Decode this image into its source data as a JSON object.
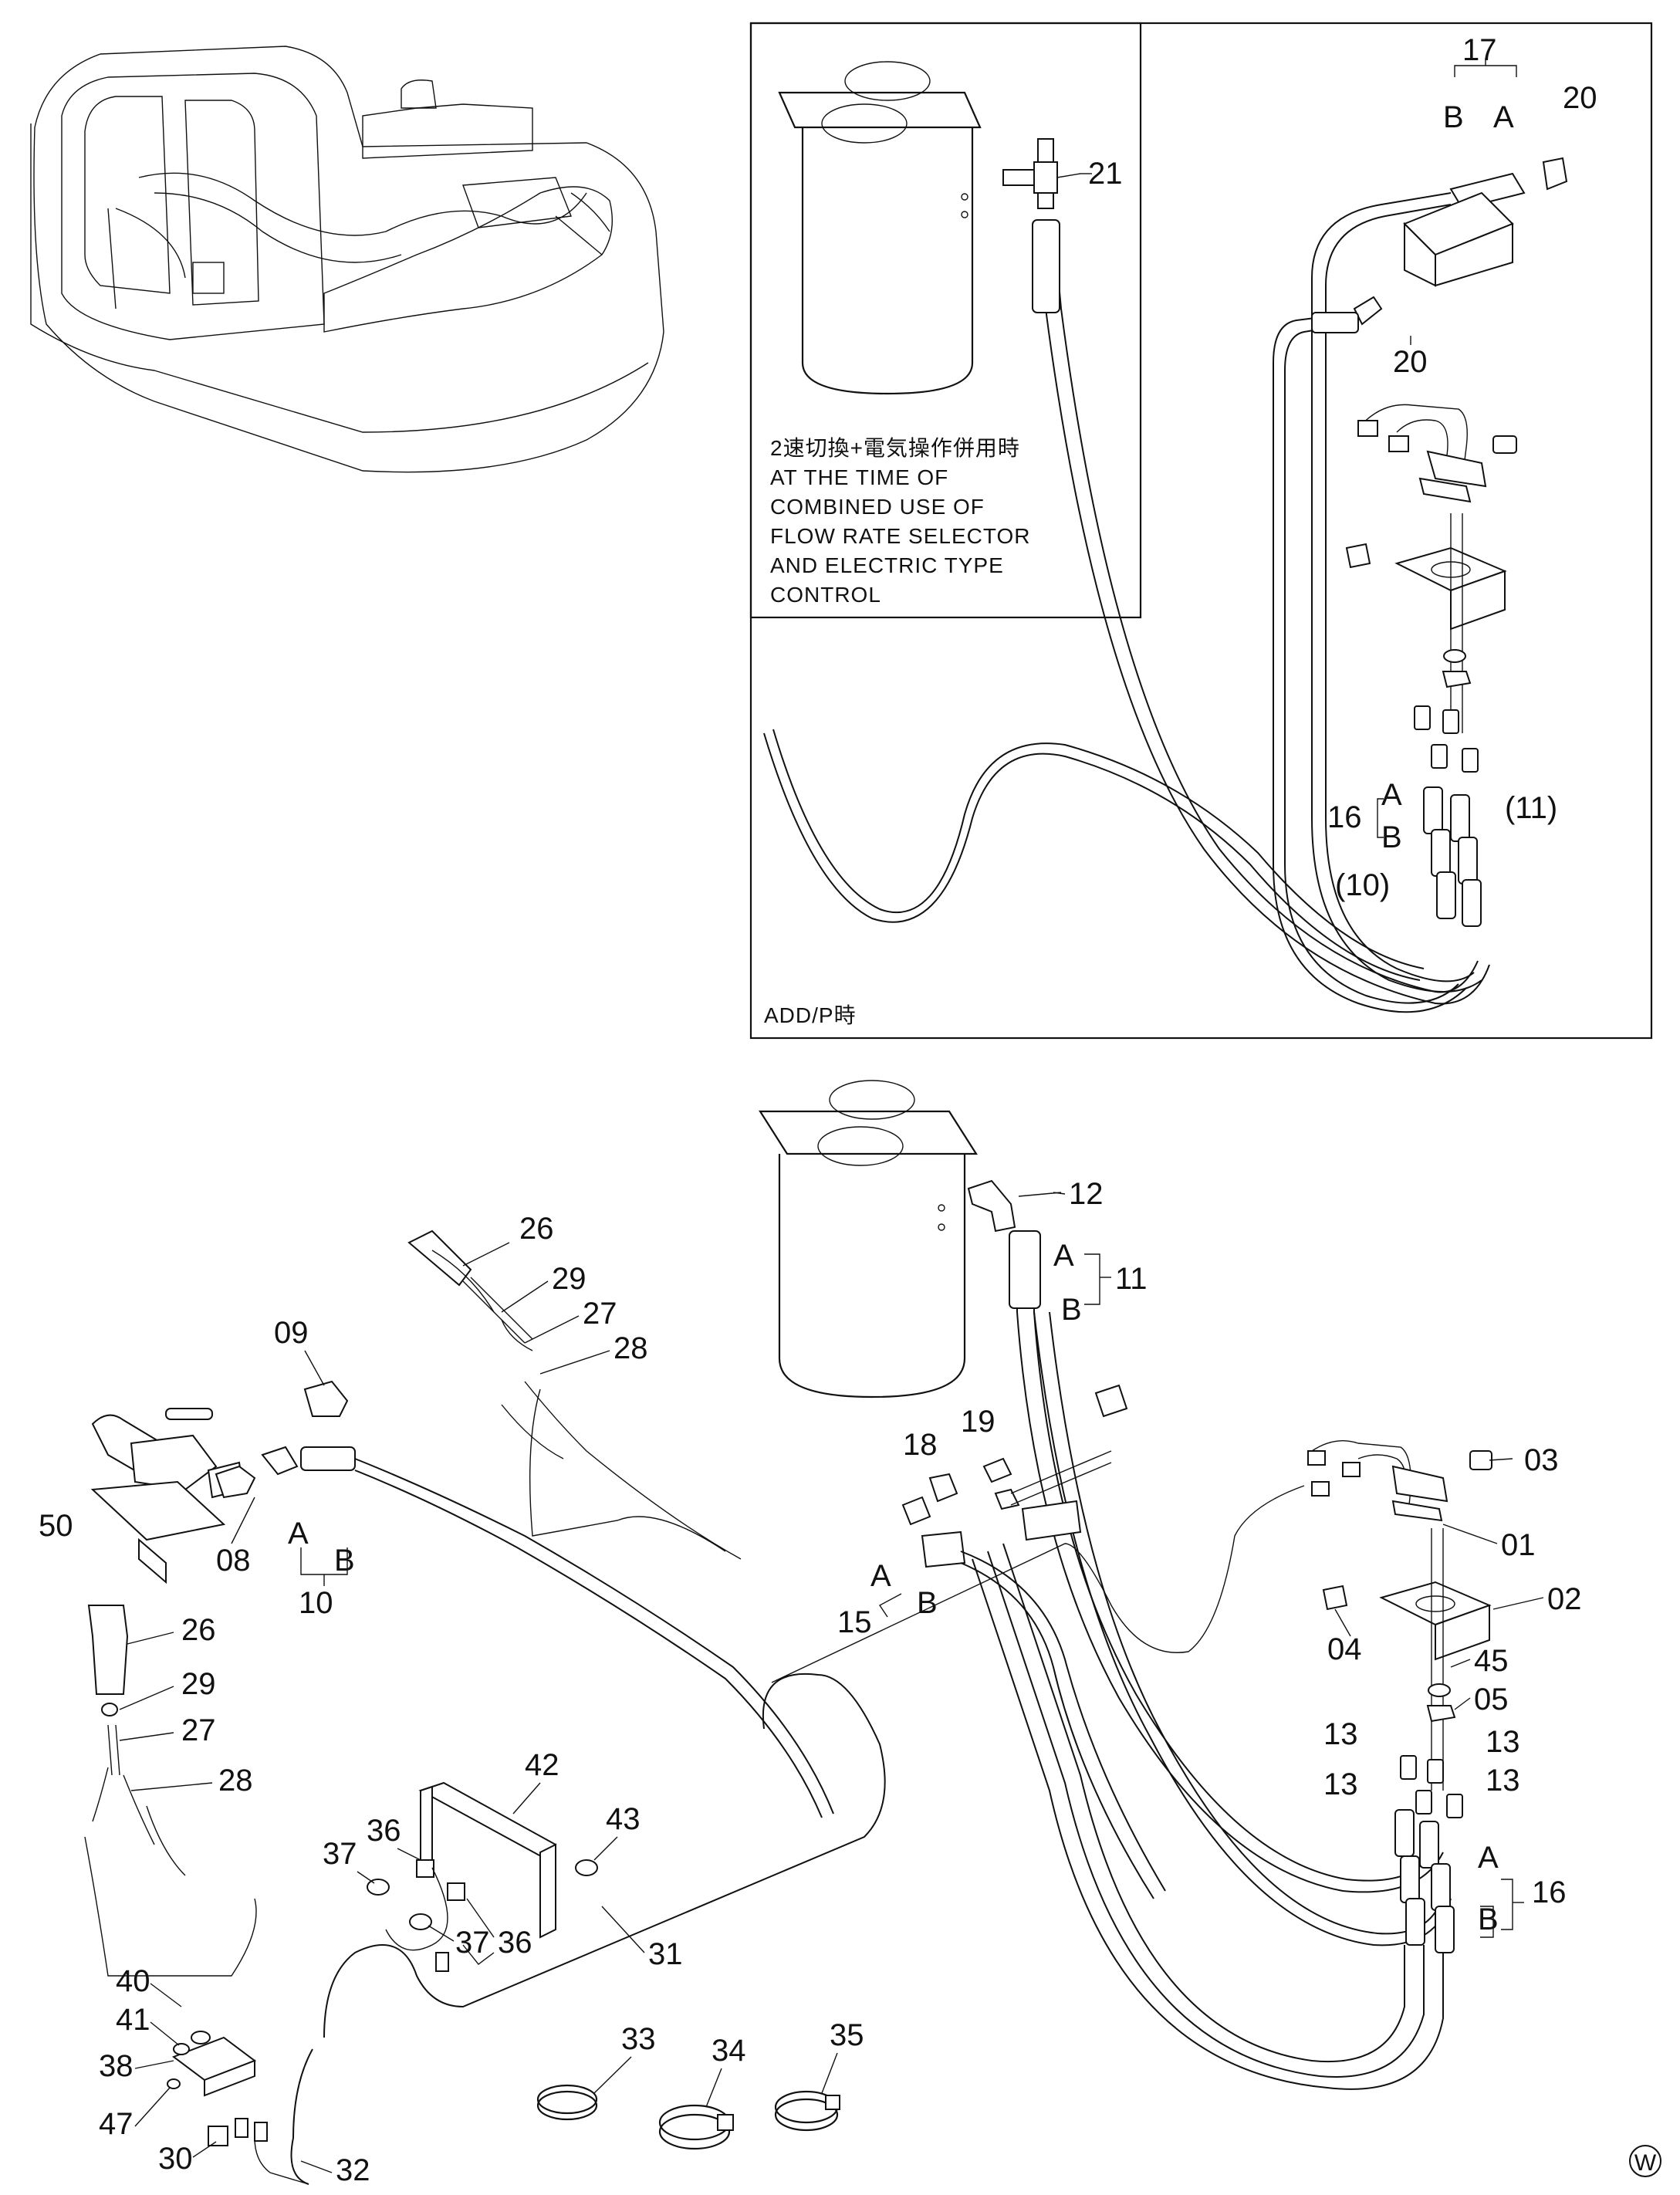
{
  "inset": {
    "note_lines": [
      "2速切換+電気操作併用時",
      "AT THE TIME OF",
      "COMBINED USE OF",
      "FLOW RATE SELECTOR",
      "AND ELECTRIC TYPE",
      "CONTROL"
    ],
    "caption": "ADD/P時",
    "labels": {
      "l17": "17",
      "l20a": "20",
      "l20b": "20",
      "l21": "21",
      "lA1": "A",
      "lB1": "B",
      "lA2": "A",
      "lB2": "B",
      "l16": "16",
      "l11p": "(11)",
      "l10p": "(10)"
    }
  },
  "main": {
    "labels": {
      "l01": "01",
      "l02": "02",
      "l03": "03",
      "l04": "04",
      "l05": "05",
      "l08": "08",
      "l09": "09",
      "l10": "10",
      "l11": "11",
      "l12": "12",
      "l13a": "13",
      "l13b": "13",
      "l13c": "13",
      "l13d": "13",
      "l15": "15",
      "l16": "16",
      "l18": "18",
      "l19": "19",
      "l26a": "26",
      "l26b": "26",
      "l27a": "27",
      "l27b": "27",
      "l28a": "28",
      "l28b": "28",
      "l29a": "29",
      "l29b": "29",
      "l30": "30",
      "l31": "31",
      "l32": "32",
      "l33": "33",
      "l34": "34",
      "l35": "35",
      "l36a": "36",
      "l36b": "36",
      "l37a": "37",
      "l37b": "37",
      "l38": "38",
      "l40": "40",
      "l41": "41",
      "l42": "42",
      "l43": "43",
      "l45": "45",
      "l47": "47",
      "l50": "50",
      "lA10": "A",
      "lB10": "B",
      "lA11": "A",
      "lB11": "B",
      "lA15": "A",
      "lB15": "B",
      "lA16": "A",
      "lB16": "B"
    },
    "corner_mark": "W"
  }
}
